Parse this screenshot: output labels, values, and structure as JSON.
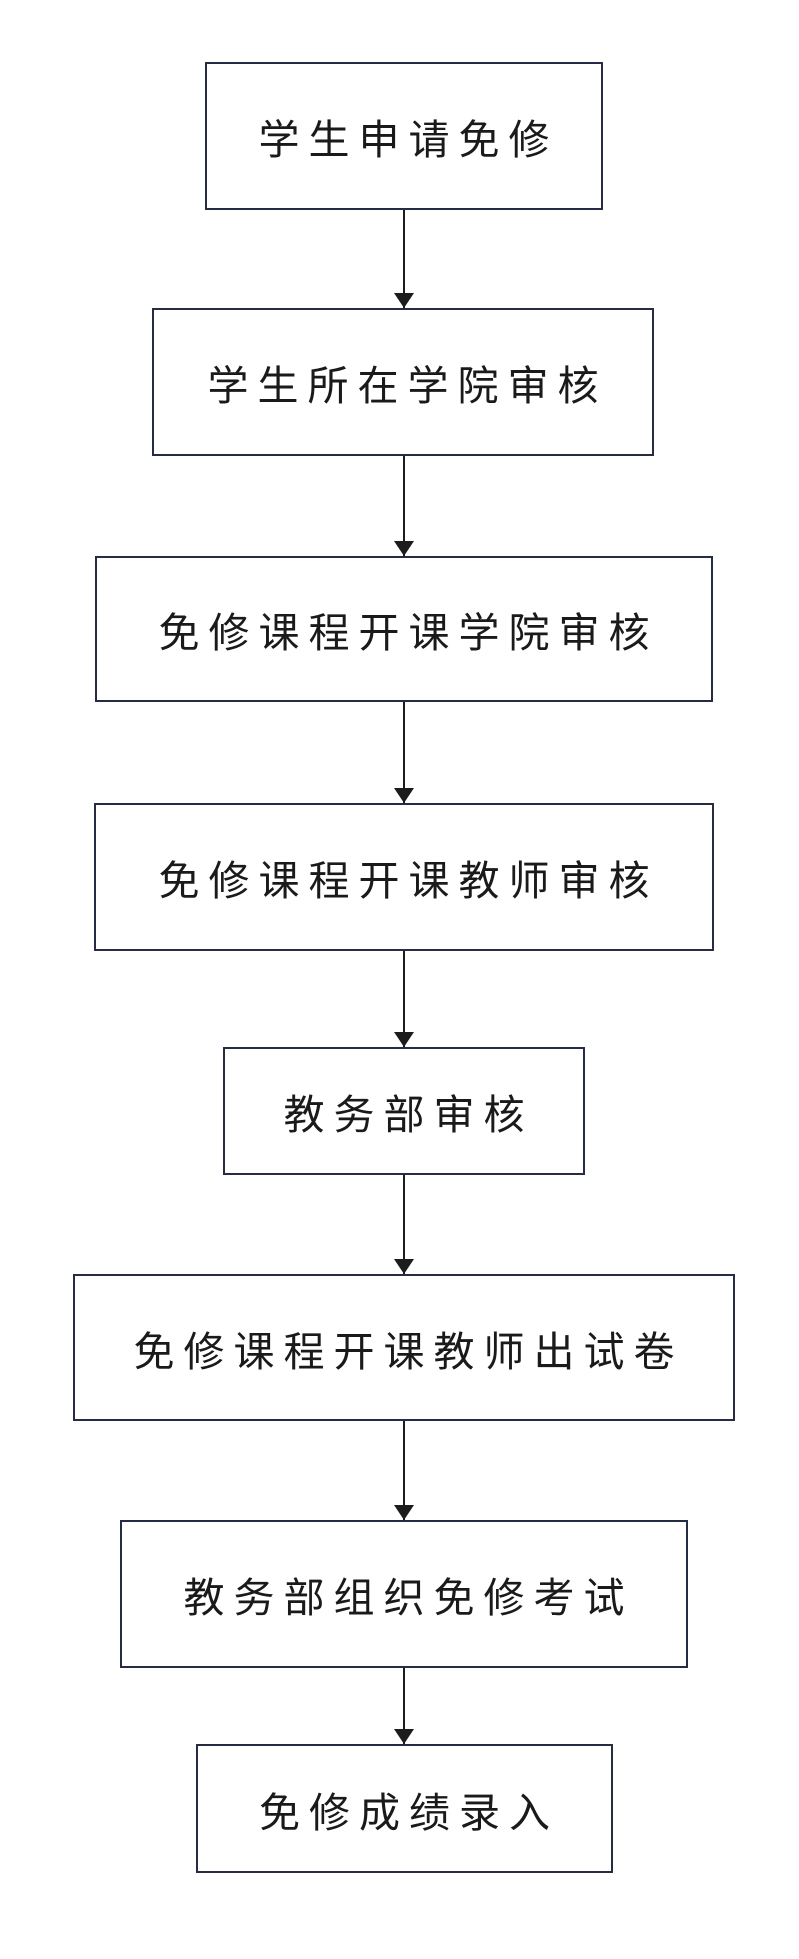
{
  "flowchart": {
    "type": "vertical-flowchart",
    "nodes": [
      {
        "id": 1,
        "label": "学生申请免修"
      },
      {
        "id": 2,
        "label": "学生所在学院审核"
      },
      {
        "id": 3,
        "label": "免修课程开课学院审核"
      },
      {
        "id": 4,
        "label": "免修课程开课教师审核"
      },
      {
        "id": 5,
        "label": "教务部审核"
      },
      {
        "id": 6,
        "label": "免修课程开课教师出试卷"
      },
      {
        "id": 7,
        "label": "教务部组织免修考试"
      },
      {
        "id": 8,
        "label": "免修成绩录入"
      }
    ],
    "edges": [
      {
        "from": 1,
        "to": 2
      },
      {
        "from": 2,
        "to": 3
      },
      {
        "from": 3,
        "to": 4
      },
      {
        "from": 4,
        "to": 5
      },
      {
        "from": 5,
        "to": 6
      },
      {
        "from": 6,
        "to": 7
      },
      {
        "from": 7,
        "to": 8
      }
    ],
    "colors": {
      "background": "#ffffff",
      "node_border": "#262c44",
      "node_fill": "#ffffff",
      "arrow": "#1c1c1c",
      "text": "#1a1a1a"
    }
  }
}
